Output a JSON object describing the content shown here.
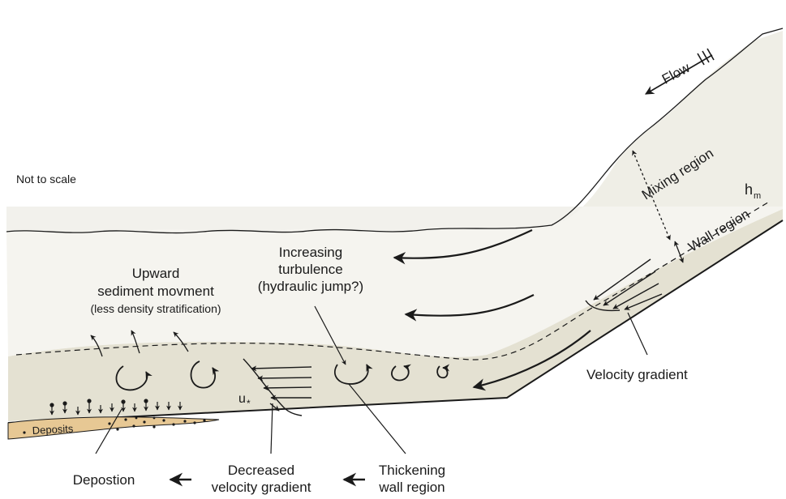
{
  "labels": {
    "flow": "Flow",
    "not_to_scale": "Not to scale",
    "mixing_region": "Mixing region",
    "wall_region": "Wall region",
    "hm_main": "h",
    "hm_sub": "m",
    "upward_line1": "Upward",
    "upward_line2": "sediment movment",
    "upward_line3": "(less density stratification)",
    "turb_line1": "Increasing",
    "turb_line2": "turbulence",
    "turb_line3": "(hydraulic jump?)",
    "velocity_gradient": "Velocity gradient",
    "u_main": "u",
    "u_sub": "*",
    "deposits": "Deposits",
    "deposition": "Depostion",
    "decreased_line1": "Decreased",
    "decreased_line2": "velocity gradient",
    "thickening_line1": "Thickening",
    "thickening_line2": "wall region"
  },
  "colors": {
    "mixing_fill": "#f2f1ec",
    "wall_fill": "#e4e1d2",
    "deposit_fill": "#e7c894",
    "stroke": "#1a1a1a"
  }
}
